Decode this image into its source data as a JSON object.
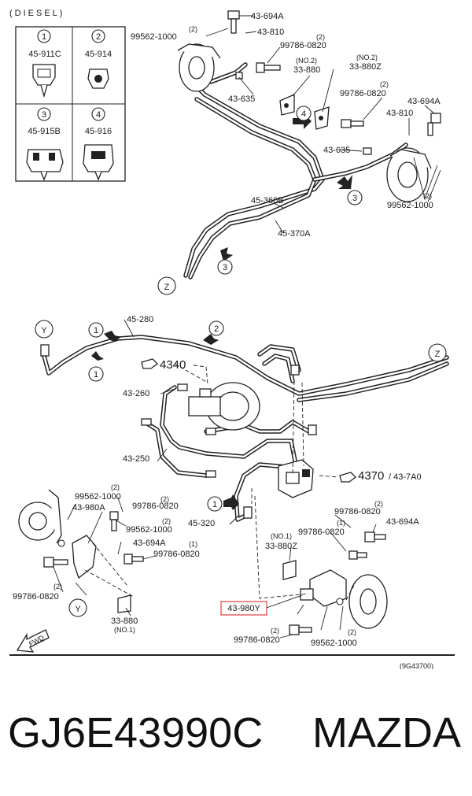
{
  "header": {
    "engine_label": "(DIESEL)"
  },
  "legend": [
    {
      "num": "1",
      "part": "45-911C"
    },
    {
      "num": "2",
      "part": "45-914"
    },
    {
      "num": "3",
      "part": "45-915B"
    },
    {
      "num": "4",
      "part": "45-916"
    }
  ],
  "upper": {
    "p43694a_top": "43-694A",
    "q99562_top": "(2)",
    "p99562_top": "99562-1000",
    "p43810_top": "43-810",
    "q99786_top": "(2)",
    "p99786_top": "99786-0820",
    "q33880": "(NO.2)",
    "p33880": "33-880",
    "q33880z": "(NO.2)",
    "p33880z": "33-880Z",
    "p43635_a": "43-635",
    "q99786_mid": "(2)",
    "p99786_mid": "99786-0820",
    "p43694a_right": "43-694A",
    "p43810_right": "43-810",
    "p43635_b": "43-635",
    "q99562_right": "(2)",
    "p99562_right": "99562-1000",
    "p45360b": "45-360B",
    "p45370a": "45-370A",
    "mark_z": "Z",
    "callout_4": "4",
    "callout_3a": "3",
    "callout_3b": "3"
  },
  "lower": {
    "mark_y": "Y",
    "mark_z": "Z",
    "callout_1a": "1",
    "callout_1b": "1",
    "callout_1c": "1",
    "callout_2": "2",
    "p45280": "45-280",
    "p4340": "4340",
    "p43260": "43-260",
    "p43250": "43-250",
    "p4370": "4370",
    "p437a0": "/ 43-7A0",
    "p45320": "45-320",
    "q99562_l": "(2)",
    "p99562_l": "99562-1000",
    "p43980a": "43-980A",
    "q99786_l1": "(2)",
    "p99786_l1": "99786-0820",
    "q99562_l2": "(2)",
    "p99562_l2": "99562-1000",
    "p43694a_l": "43-694A",
    "q99786_l2": "(1)",
    "p99786_l2": "99786-0820",
    "q99786_l3": "(2)",
    "p99786_l3": "99786-0820",
    "mark_y2": "Y",
    "p33880_l": "33-880",
    "q33880_l": "(NO.1)",
    "fwd": "FWD",
    "q99786_r1": "(2)",
    "p99786_r1": "99786-0820",
    "q99786_r2": "(1)",
    "p99786_r2": "99786-0820",
    "p43694a_r": "43-694A",
    "q33880z_r": "(NO.1)",
    "p33880z_r": "33-880Z",
    "p43980y": "43-980Y",
    "q99786_r3": "(2)",
    "p99786_r3": "99786-0820",
    "q99562_r": "(2)",
    "p99562_r": "99562-1000",
    "bottom_ref": "(9G43700)"
  },
  "footer": {
    "part_code": "GJ6E43990C",
    "brand": "MAZDA"
  },
  "colors": {
    "highlight_box": "#e8595b",
    "line": "#222222"
  }
}
